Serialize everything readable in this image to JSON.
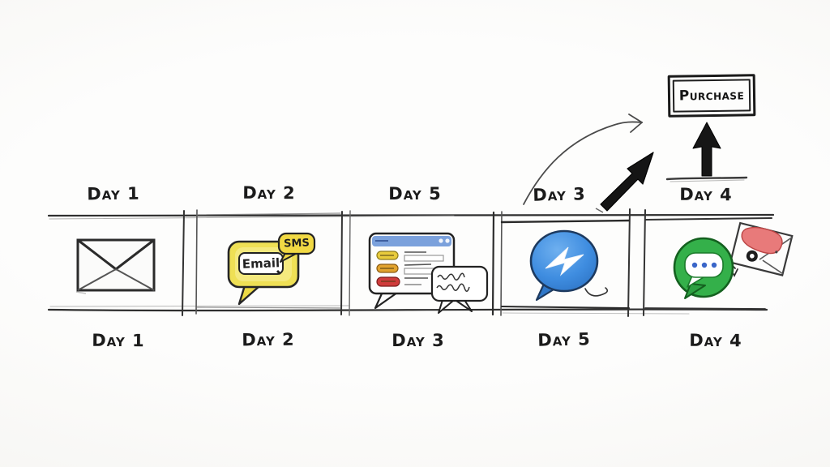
{
  "purchase": {
    "label": "Purchase"
  },
  "timeline": {
    "top_labels": [
      "Day 1",
      "Day 2",
      "Day 5",
      "Day 3",
      "Day 4"
    ],
    "bottom_labels": [
      "Day 1",
      "Day 2",
      "Day 3",
      "Day 5",
      "Day 4"
    ],
    "segments": [
      {
        "icon": "envelope-icon"
      },
      {
        "icon": "email-sms-bubbles-icon",
        "email_label": "Email",
        "sms_label": "SMS"
      },
      {
        "icon": "browser-chat-window-icon"
      },
      {
        "icon": "messenger-icon"
      },
      {
        "icon": "chat-photo-message-icon"
      }
    ]
  },
  "arrows": [
    "curved-arrow",
    "diagonal-up-arrow",
    "up-arrow"
  ],
  "colors": {
    "ink": "#1c1c1c",
    "bubble_yellow": "#efe055",
    "sms_yellow": "#f1d944",
    "browser_titlebar_blue": "#7ba1dc",
    "alert_red": "#cf3b3b",
    "messenger_blue": "#3f8de0",
    "chat_green": "#34b04a",
    "dots_blue": "#3a66c9",
    "photo_red": "#e87a7a"
  }
}
